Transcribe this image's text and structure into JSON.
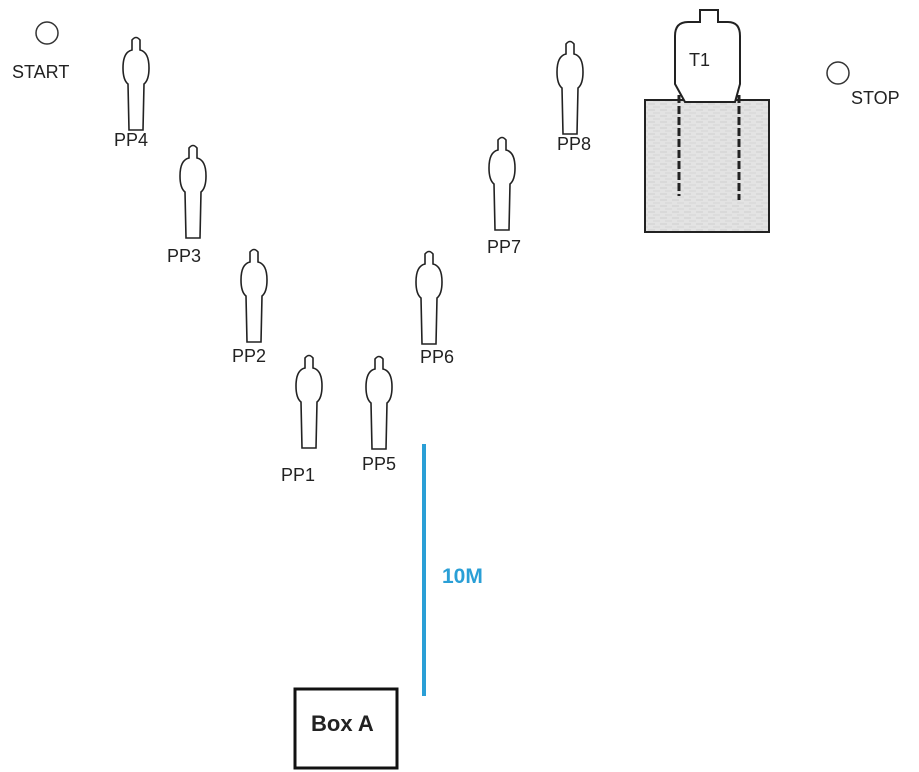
{
  "labels": {
    "start": "START",
    "stop": "STOP",
    "distance": "10M",
    "box": "Box A",
    "target_t1": "T1"
  },
  "targets": [
    {
      "id": "pp4",
      "label": "PP4"
    },
    {
      "id": "pp3",
      "label": "PP3"
    },
    {
      "id": "pp2",
      "label": "PP2"
    },
    {
      "id": "pp1",
      "label": "PP1"
    },
    {
      "id": "pp5",
      "label": "PP5"
    },
    {
      "id": "pp6",
      "label": "PP6"
    },
    {
      "id": "pp7",
      "label": "PP7"
    },
    {
      "id": "pp8",
      "label": "PP8"
    }
  ],
  "colors": {
    "line": "#1a1a1a",
    "distance": "#2a9fd6",
    "barrier_fill": "#dcdcdc"
  }
}
